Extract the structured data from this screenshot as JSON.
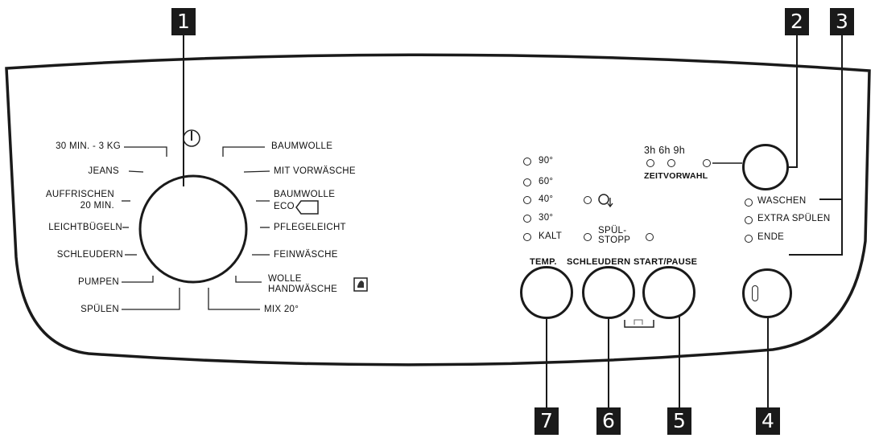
{
  "callouts": [
    "1",
    "2",
    "3",
    "4",
    "5",
    "6",
    "7"
  ],
  "program_dial": {
    "power_symbol": "I",
    "left_programs": [
      "30 MIN. - 3 KG",
      "JEANS",
      "AUFFRISCHEN",
      "20 MIN.",
      "LEICHTBÜGELN",
      "SCHLEUDERN",
      "PUMPEN",
      "SPÜLEN"
    ],
    "right_programs": [
      "BAUMWOLLE",
      "MIT VORWÄSCHE",
      "BAUMWOLLE",
      "ECO",
      "PFLEGELEICHT",
      "FEINWÄSCHE",
      "WOLLE",
      "HANDWÄSCHE",
      "MIX 20°"
    ]
  },
  "temperature_leds": [
    "90°",
    "60°",
    "40°",
    "30°",
    "KALT"
  ],
  "spin_leds": {
    "spin_icon": "spin-reduce-icon",
    "rinse_hold": "SPÜL-",
    "rinse_hold_2": "STOPP"
  },
  "delay": {
    "hours": "3h 6h 9h",
    "label": "ZEITVORWAHL"
  },
  "progress_leds": [
    "WASCHEN",
    "EXTRA SPÜLEN",
    "ENDE"
  ],
  "buttons": {
    "temp": "TEMP.",
    "spin": "SCHLEUDERN",
    "start": "START/PAUSE"
  }
}
